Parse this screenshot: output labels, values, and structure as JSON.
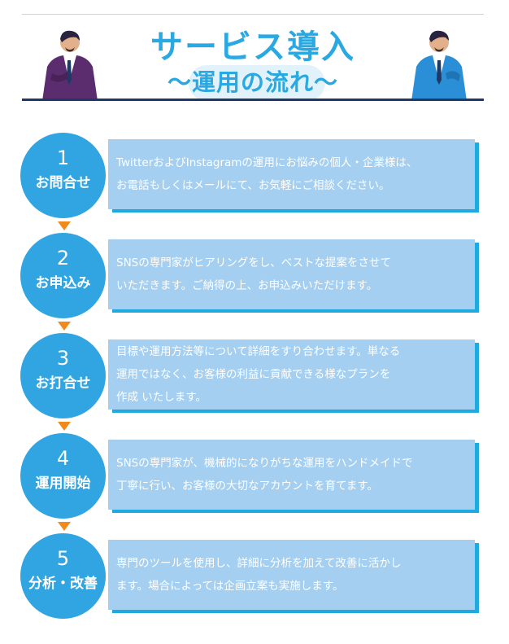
{
  "header": {
    "title_line1": "サービス導入",
    "title_line2": "～運用の流れ～"
  },
  "colors": {
    "accent": "#29a8e2",
    "circle": "#30a5e2",
    "box": "#a4cff0",
    "box_shadow": "#1eaadf",
    "arrow": "#f08a1c",
    "header_line": "#1d3968"
  },
  "steps": [
    {
      "number": "1",
      "label": "お問合せ",
      "text": "TwitterおよびInstagramの運用にお悩みの個人・企業様は、\nお電話もしくはメールにて、お気軽にご相談ください。"
    },
    {
      "number": "2",
      "label": "お申込み",
      "text": "SNSの専門家がヒアリングをし、ベストな提案をさせて\nいただきます。ご納得の上、お申込みいただけます。"
    },
    {
      "number": "3",
      "label": "お打合せ",
      "text": "目標や運用方法等について詳細をすり合わせます。単なる\n運用ではなく、お客様の利益に貢献できる様なプランを\n作成 いたします。"
    },
    {
      "number": "4",
      "label": "運用開始",
      "text": "SNSの専門家が、機械的になりがちな運用をハンドメイドで\n丁寧に行い、お客様の大切なアカウントを育てます。"
    },
    {
      "number": "5",
      "label": "分析・改善",
      "text": "専門のツールを使用し、詳細に分析を加えて改善に活かし\nます。場合によっては企画立案も実施します。"
    }
  ],
  "icons": {
    "left_figure": "businessman-purple-icon",
    "right_figure": "businessman-blue-icon",
    "arrow": "down-arrow-icon"
  }
}
